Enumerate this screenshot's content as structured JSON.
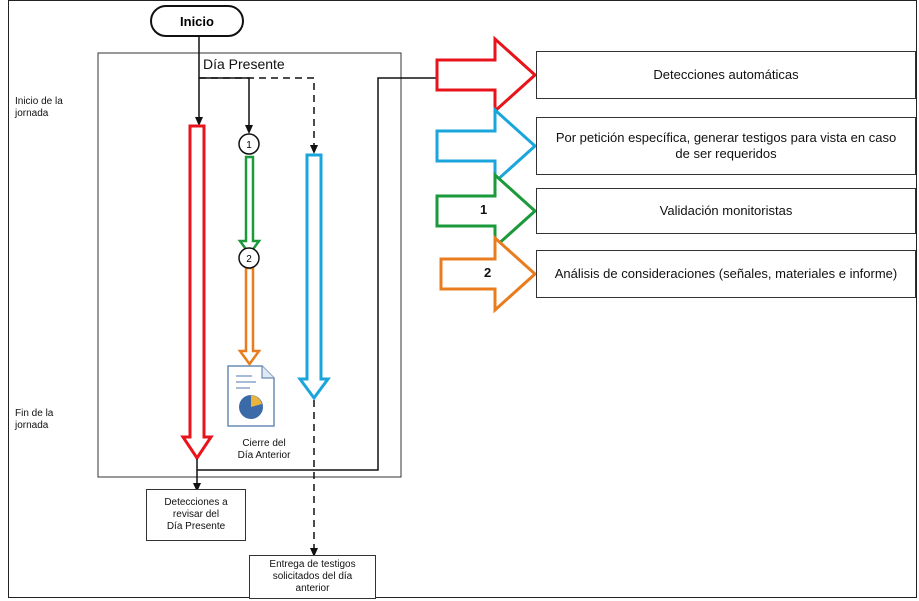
{
  "start_label": "Inicio",
  "section_title": "Día Presente",
  "side_labels": {
    "start": [
      "Inicio de la",
      "jornada"
    ],
    "end": [
      "Fin de la",
      "jornada"
    ]
  },
  "close_label": [
    "Cierre del",
    "Día Anterior"
  ],
  "outputs": {
    "detections": [
      "Detecciones a",
      "revisar del",
      "Día Presente"
    ],
    "delivery": [
      "Entrega de testigos",
      "solicitados del día",
      "anterior"
    ]
  },
  "legend": [
    {
      "color": "#e8141b",
      "number": "",
      "text": "Detecciones automáticas"
    },
    {
      "color": "#1aa6dd",
      "number": "",
      "text": "Por petición específica, generar testigos para vista en caso de ser requeridos"
    },
    {
      "color": "#1a9a3a",
      "number": "1",
      "text": "Validación monitoristas"
    },
    {
      "color": "#e87c1e",
      "number": "2",
      "text": "Análisis de consideraciones (señales, materiales e informe)"
    }
  ],
  "step_markers": [
    "1",
    "2"
  ],
  "icons": {
    "document": "report-pie-chart-icon"
  },
  "colors": {
    "red": "#e8141b",
    "blue": "#1aa6dd",
    "green": "#1a9a3a",
    "orange": "#e87c1e"
  }
}
